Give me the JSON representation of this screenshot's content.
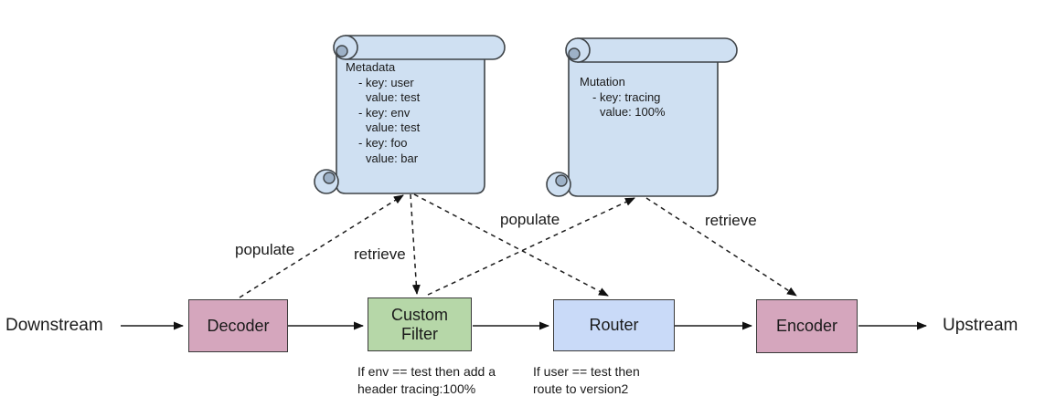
{
  "diagram": {
    "type": "flow-diagram",
    "background": "#ffffff",
    "colors": {
      "codec_box": "#d5a6bd",
      "filter_box": "#b6d7a8",
      "router_box": "#c9daf8",
      "scroll_note": "#cfe0f2",
      "scroll_curl": "#9db1c7",
      "line": "#1c1c1c",
      "border": "#3a3a3a"
    }
  },
  "nodes": {
    "downstream": {
      "label": "Downstream",
      "type": "endpoint"
    },
    "decoder": {
      "label": "Decoder",
      "fill": "#d5a6bd"
    },
    "custom_filter": {
      "label": "Custom Filter",
      "fill": "#b6d7a8",
      "caption": "If env == test then add a header tracing:100%"
    },
    "router": {
      "label": "Router",
      "fill": "#c9daf8",
      "caption": "If user == test then route to version2"
    },
    "encoder": {
      "label": "Encoder",
      "fill": "#d5a6bd"
    },
    "upstream": {
      "label": "Upstream",
      "type": "endpoint"
    }
  },
  "scrolls": [
    {
      "title": "Metadata",
      "lines": [
        "- key: user",
        "value: test",
        "- key: env",
        "value: test",
        "- key: foo",
        "value: bar"
      ]
    },
    {
      "title": "Mutation",
      "lines": [
        "- key: tracing",
        "value: 100%"
      ]
    }
  ],
  "edges": [
    {
      "from": "decoder",
      "to": "metadata-scroll",
      "label": "populate",
      "style": "dashed"
    },
    {
      "from": "metadata-scroll",
      "to": "custom-filter",
      "label": "retrieve",
      "style": "dashed"
    },
    {
      "from": "metadata-scroll",
      "to": "router",
      "label": "",
      "style": "dashed"
    },
    {
      "from": "custom-filter",
      "to": "mutation-scroll",
      "label": "populate",
      "style": "dashed"
    },
    {
      "from": "mutation-scroll",
      "to": "encoder",
      "label": "retrieve",
      "style": "dashed"
    },
    {
      "from": "downstream",
      "to": "decoder",
      "label": "",
      "style": "solid"
    },
    {
      "from": "decoder",
      "to": "custom-filter",
      "label": "",
      "style": "solid"
    },
    {
      "from": "custom-filter",
      "to": "router",
      "label": "",
      "style": "solid"
    },
    {
      "from": "router",
      "to": "encoder",
      "label": "",
      "style": "solid"
    },
    {
      "from": "encoder",
      "to": "upstream",
      "label": "",
      "style": "solid"
    }
  ]
}
